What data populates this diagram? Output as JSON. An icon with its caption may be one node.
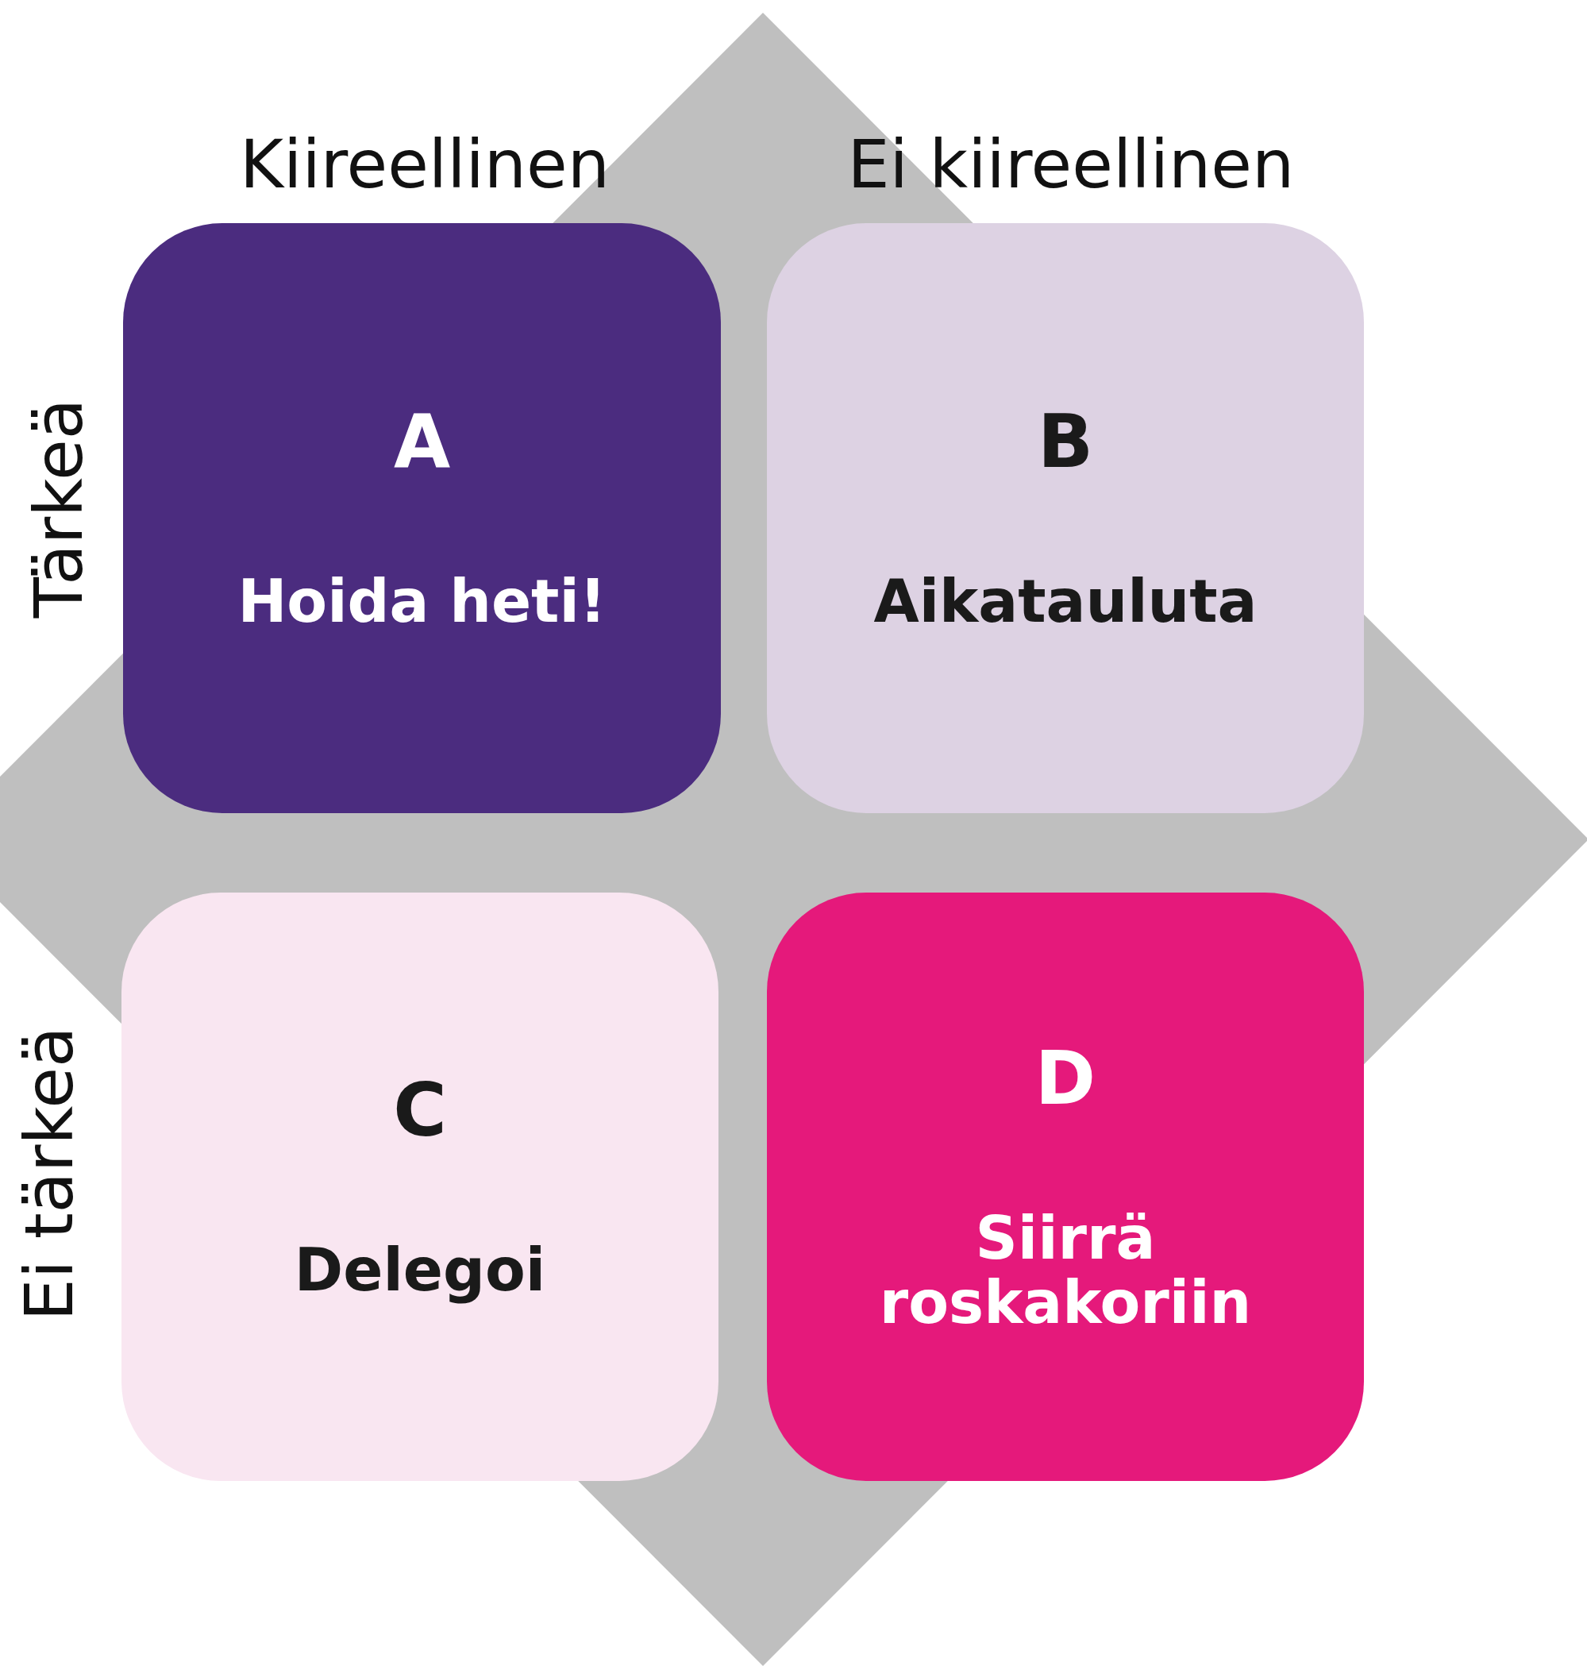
{
  "diagram": {
    "nodes": [
      {
        "text": [
          "A",
          "Hoida heti!"
        ]
      },
      {
        "text": [
          "B",
          "Aikatauluta"
        ]
      },
      {
        "text": [
          "C",
          "Delegoi"
        ]
      },
      {
        "text": [
          "D",
          "Siirrä roskakoriin"
        ]
      }
    ],
    "labels": [
      "Kiireellinen",
      "Ei kiireellinen",
      "Tärkeä",
      "Ei tärkeä"
    ]
  }
}
